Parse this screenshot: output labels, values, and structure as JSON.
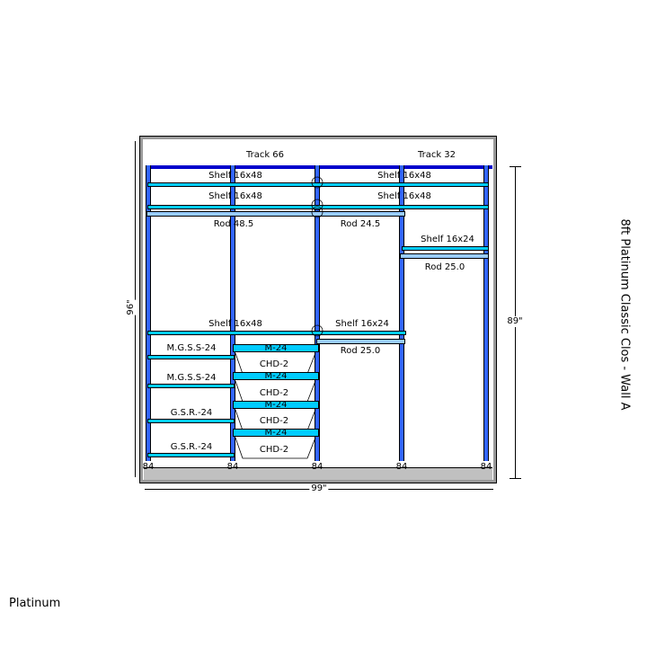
{
  "title": "8ft Platinum Classic Clos - Wall A",
  "footer": "Platinum",
  "tracks": [
    "Track 66",
    "Track 32"
  ],
  "labels": {
    "shelf_16x48": "Shelf 16x48",
    "shelf_16x24": "Shelf 16x24",
    "rod_48_5": "Rod 48.5",
    "rod_24_5": "Rod 24.5",
    "rod_25_0": "Rod 25.0",
    "mgss": "M.G.S.S-24",
    "gsr": "G.S.R.-24",
    "chd": "CHD-2",
    "m24": "M-24",
    "upright": "84"
  },
  "dimensions": {
    "left": "96\"",
    "right": "89\"",
    "bottom": "99\""
  },
  "colors": {
    "upright": "#3366ff",
    "shelf": "#00ccff",
    "rod": "#99ccff",
    "track": "#0000cc"
  }
}
